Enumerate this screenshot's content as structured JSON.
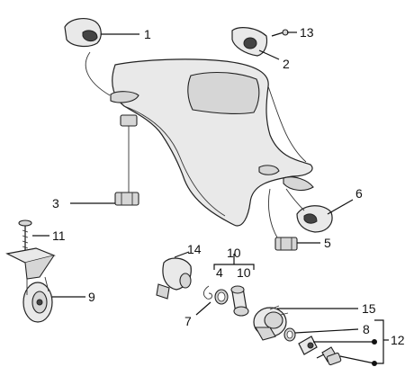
{
  "callouts": [
    {
      "id": "c1",
      "text": "1"
    },
    {
      "id": "c2",
      "text": "2"
    },
    {
      "id": "c13",
      "text": "13"
    },
    {
      "id": "c3",
      "text": "3"
    },
    {
      "id": "c6",
      "text": "6"
    },
    {
      "id": "c5",
      "text": "5"
    },
    {
      "id": "c11",
      "text": "11"
    },
    {
      "id": "c9",
      "text": "9"
    },
    {
      "id": "c14",
      "text": "14"
    },
    {
      "id": "c10a",
      "text": "10"
    },
    {
      "id": "c4",
      "text": "4"
    },
    {
      "id": "c10b",
      "text": "10"
    },
    {
      "id": "c7",
      "text": "7"
    },
    {
      "id": "c15",
      "text": "15"
    },
    {
      "id": "c8",
      "text": "8"
    },
    {
      "id": "c12",
      "text": "12"
    }
  ]
}
